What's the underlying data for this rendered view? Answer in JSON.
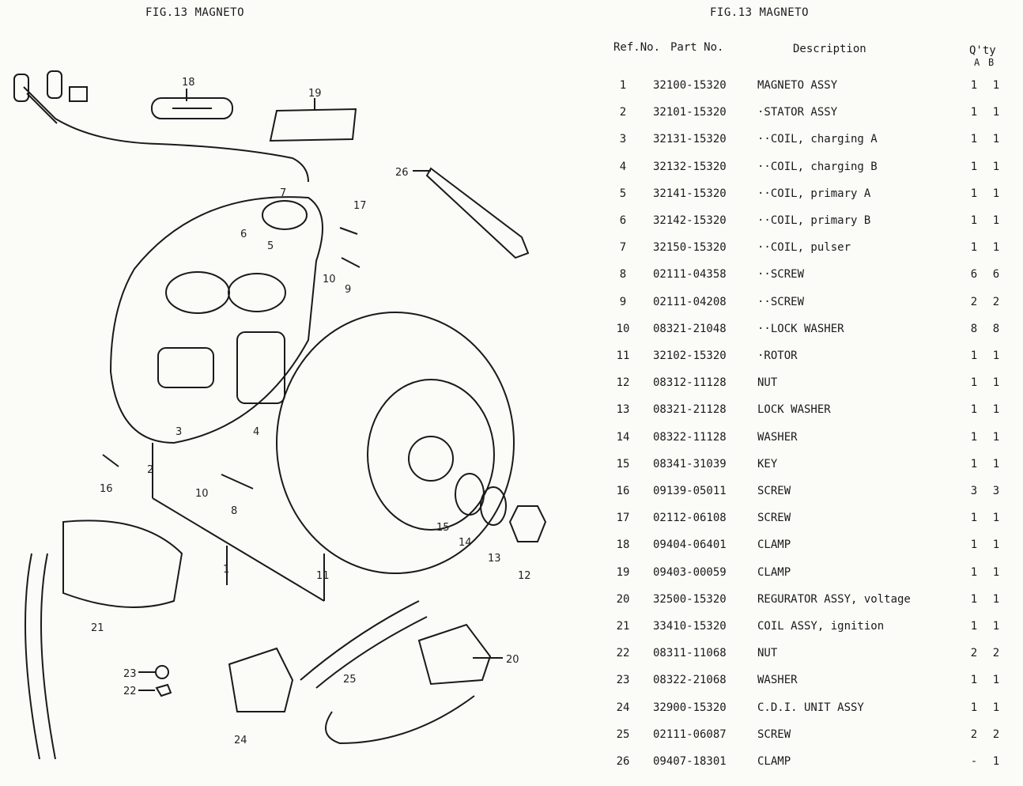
{
  "left_page": {
    "title": "FIG.13  MAGNETO",
    "callouts": [
      "18",
      "19",
      "26",
      "7",
      "17",
      "6",
      "5",
      "10",
      "9",
      "3",
      "4",
      "16",
      "2",
      "10",
      "8",
      "15",
      "14",
      "13",
      "12",
      "1",
      "11",
      "21",
      "20",
      "25",
      "23",
      "22",
      "24"
    ]
  },
  "right_page": {
    "title": "FIG.13  MAGNETO",
    "headers": {
      "ref_no": "Ref.No.",
      "part_no": "Part   No.",
      "description": "Description",
      "qty": "Q'ty",
      "qty_a": "A",
      "qty_b": "B"
    },
    "rows": [
      {
        "ref": "1",
        "part": "32100-15320",
        "desc": "MAGNETO ASSY",
        "a": "1",
        "b": "1"
      },
      {
        "ref": "2",
        "part": "32101-15320",
        "desc": "·STATOR ASSY",
        "a": "1",
        "b": "1"
      },
      {
        "ref": "3",
        "part": "32131-15320",
        "desc": "··COIL, charging A",
        "a": "1",
        "b": "1"
      },
      {
        "ref": "4",
        "part": "32132-15320",
        "desc": "··COIL, charging B",
        "a": "1",
        "b": "1"
      },
      {
        "ref": "5",
        "part": "32141-15320",
        "desc": "··COIL, primary A",
        "a": "1",
        "b": "1"
      },
      {
        "ref": "6",
        "part": "32142-15320",
        "desc": "··COIL, primary B",
        "a": "1",
        "b": "1"
      },
      {
        "ref": "7",
        "part": "32150-15320",
        "desc": "··COIL, pulser",
        "a": "1",
        "b": "1"
      },
      {
        "ref": "8",
        "part": "02111-04358",
        "desc": "··SCREW",
        "a": "6",
        "b": "6"
      },
      {
        "ref": "9",
        "part": "02111-04208",
        "desc": "··SCREW",
        "a": "2",
        "b": "2"
      },
      {
        "ref": "10",
        "part": "08321-21048",
        "desc": "··LOCK WASHER",
        "a": "8",
        "b": "8"
      },
      {
        "ref": "11",
        "part": "32102-15320",
        "desc": "·ROTOR",
        "a": "1",
        "b": "1"
      },
      {
        "ref": "12",
        "part": "08312-11128",
        "desc": "NUT",
        "a": "1",
        "b": "1"
      },
      {
        "ref": "13",
        "part": "08321-21128",
        "desc": "LOCK WASHER",
        "a": "1",
        "b": "1"
      },
      {
        "ref": "14",
        "part": "08322-11128",
        "desc": "WASHER",
        "a": "1",
        "b": "1"
      },
      {
        "ref": "15",
        "part": "08341-31039",
        "desc": "KEY",
        "a": "1",
        "b": "1"
      },
      {
        "ref": "16",
        "part": "09139-05011",
        "desc": "SCREW",
        "a": "3",
        "b": "3"
      },
      {
        "ref": "17",
        "part": "02112-06108",
        "desc": "SCREW",
        "a": "1",
        "b": "1"
      },
      {
        "ref": "18",
        "part": "09404-06401",
        "desc": "CLAMP",
        "a": "1",
        "b": "1"
      },
      {
        "ref": "19",
        "part": "09403-00059",
        "desc": "CLAMP",
        "a": "1",
        "b": "1"
      },
      {
        "ref": "20",
        "part": "32500-15320",
        "desc": "REGURATOR ASSY, voltage",
        "a": "1",
        "b": "1"
      },
      {
        "ref": "21",
        "part": "33410-15320",
        "desc": "COIL ASSY, ignition",
        "a": "1",
        "b": "1"
      },
      {
        "ref": "22",
        "part": "08311-11068",
        "desc": "NUT",
        "a": "2",
        "b": "2"
      },
      {
        "ref": "23",
        "part": "08322-21068",
        "desc": "WASHER",
        "a": "1",
        "b": "1"
      },
      {
        "ref": "24",
        "part": "32900-15320",
        "desc": "C.D.I. UNIT ASSY",
        "a": "1",
        "b": "1"
      },
      {
        "ref": "25",
        "part": "02111-06087",
        "desc": "SCREW",
        "a": "2",
        "b": "2"
      },
      {
        "ref": "26",
        "part": "09407-18301",
        "desc": "CLAMP",
        "a": "-",
        "b": "1"
      }
    ]
  }
}
